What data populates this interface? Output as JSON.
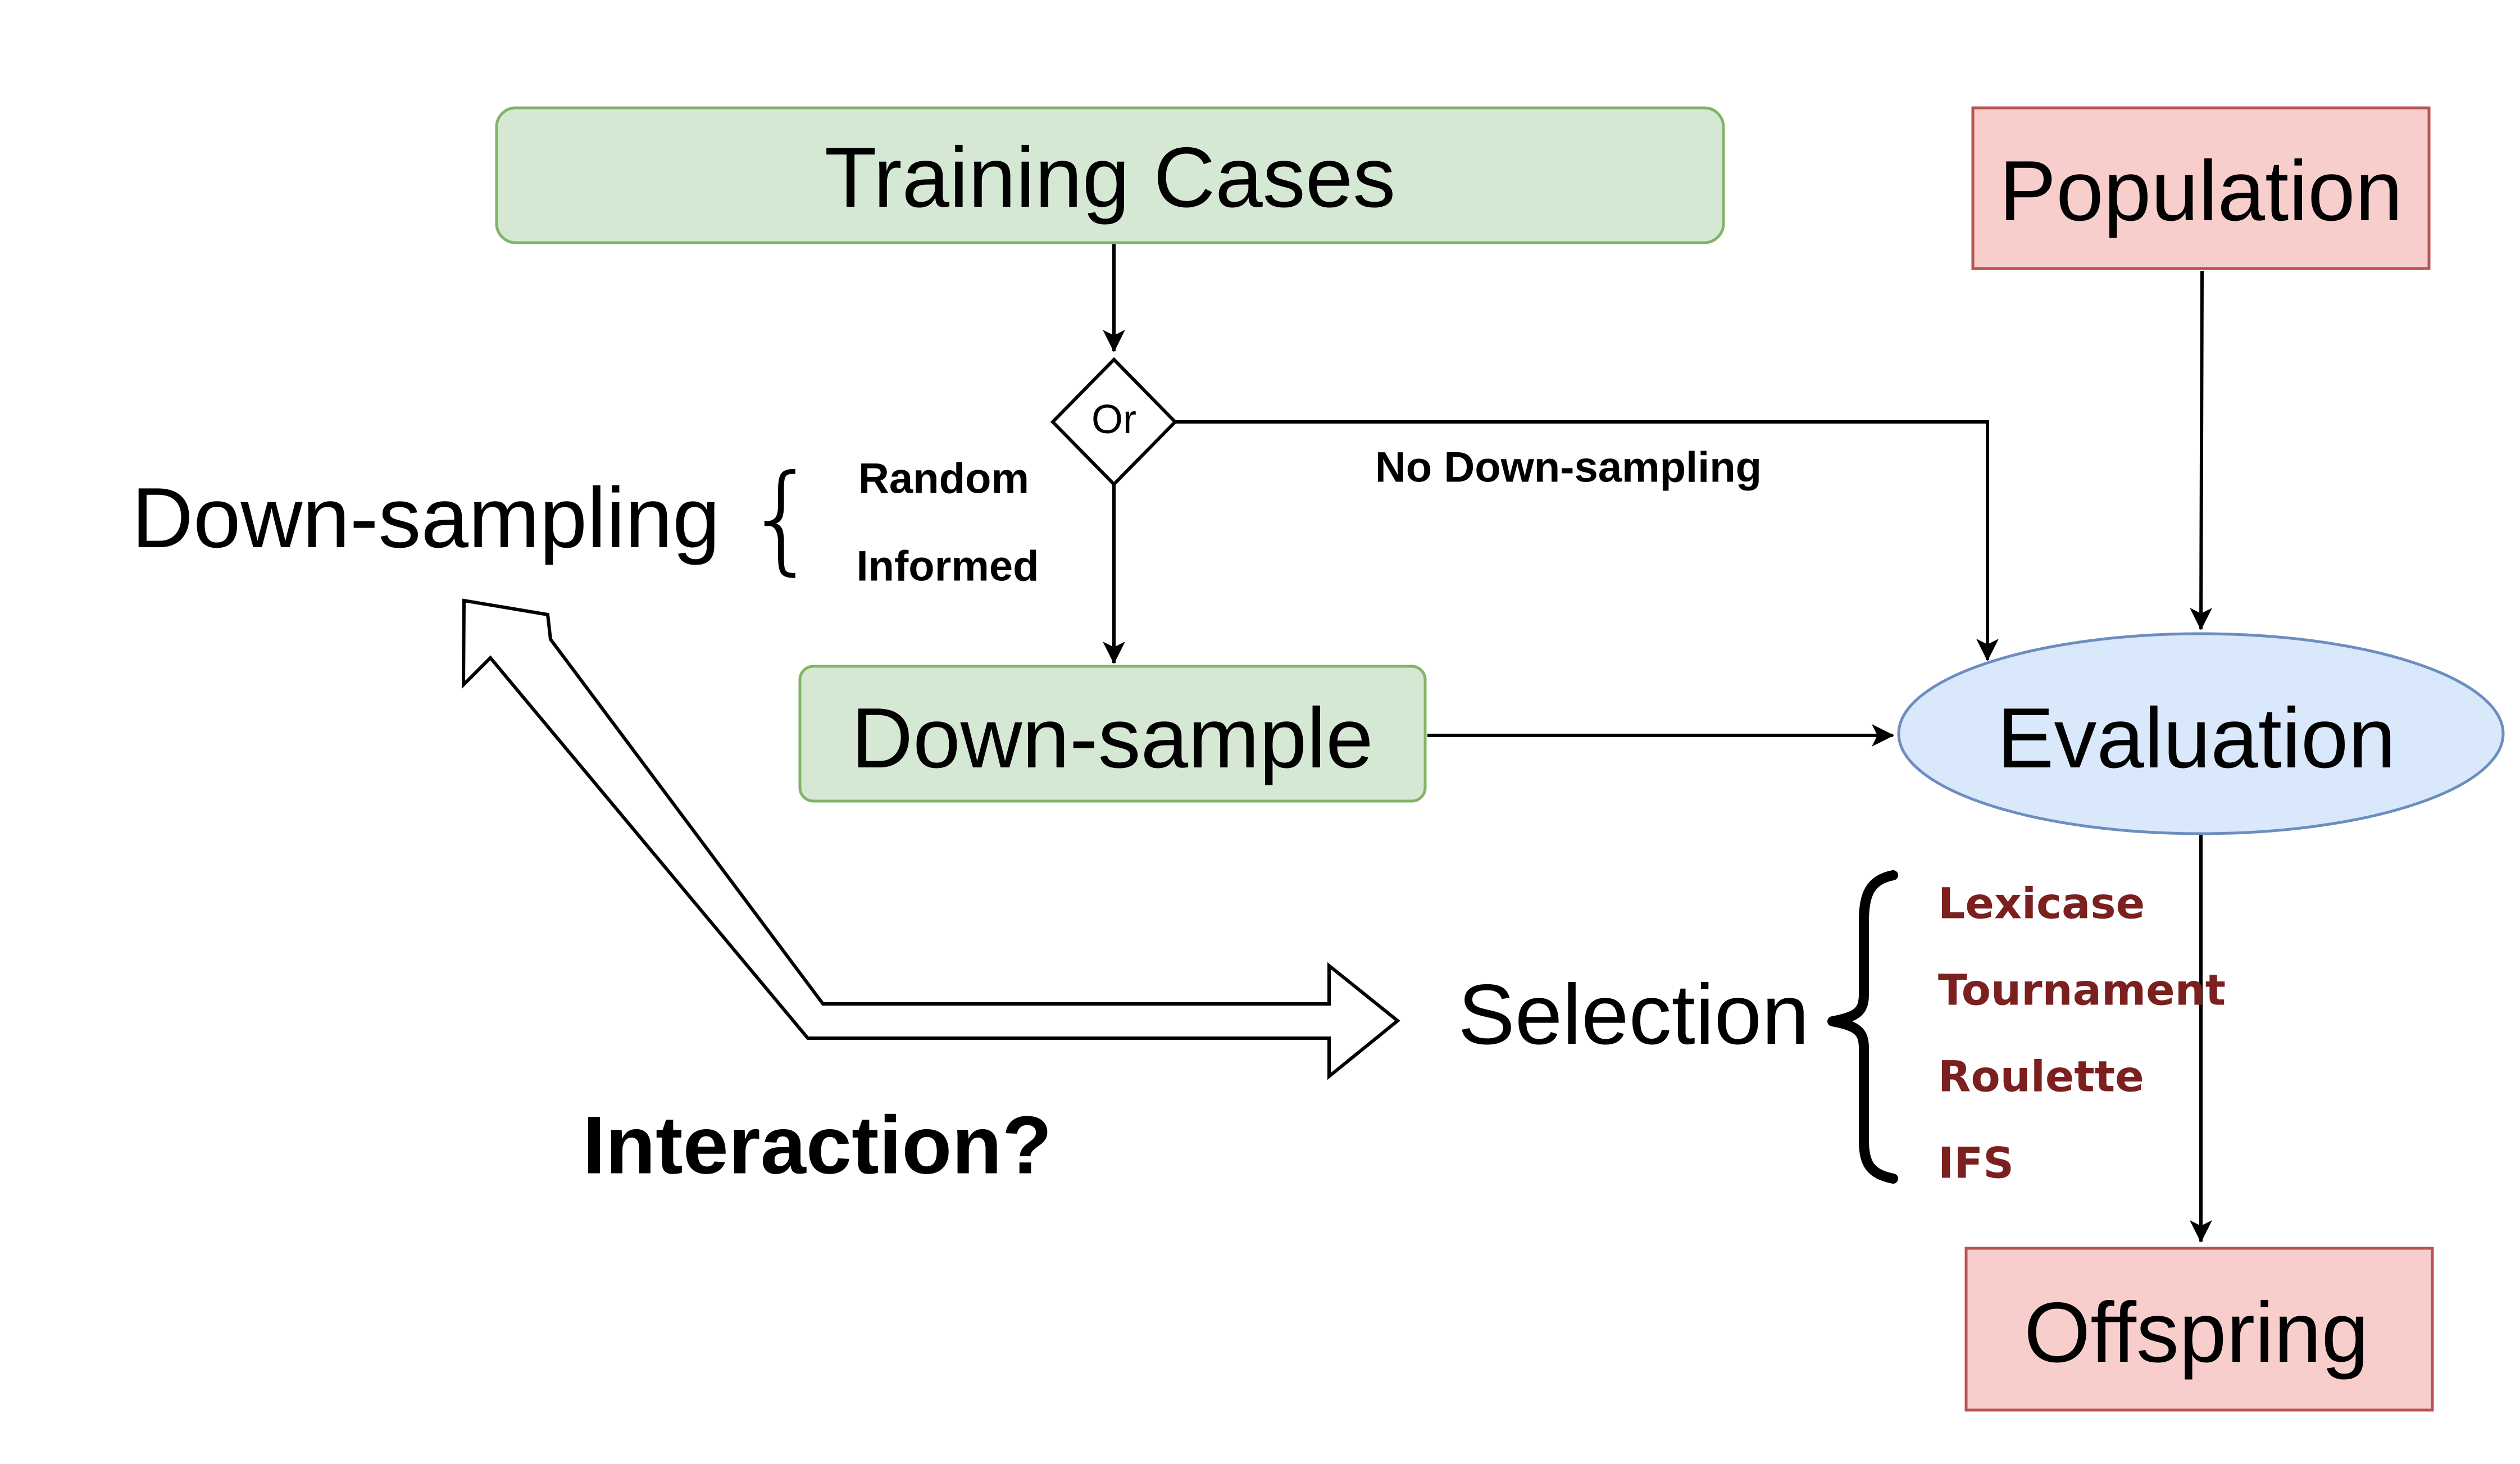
{
  "nodes": {
    "training_cases": "Training Cases",
    "population": "Population",
    "or_gate": "Or",
    "down_sample": "Down-sample",
    "evaluation": "Evaluation",
    "offspring": "Offspring"
  },
  "labels": {
    "no_down_sampling": "No Down-sampling",
    "down_sampling": "Down-sampling",
    "selection": "Selection",
    "interaction": "Interaction?"
  },
  "down_sampling_methods": [
    "Random",
    "Informed"
  ],
  "selection_methods": [
    "Lexicase",
    "Tournament",
    "Roulette",
    "IFS"
  ],
  "colors": {
    "green_fill": "#d5e8d4",
    "green_stroke": "#82b366",
    "red_fill": "#f8cecc",
    "red_stroke": "#b85450",
    "blue_fill": "#dae8fc",
    "blue_stroke": "#6c8ebf",
    "selection_text": "#7b1f1f"
  }
}
